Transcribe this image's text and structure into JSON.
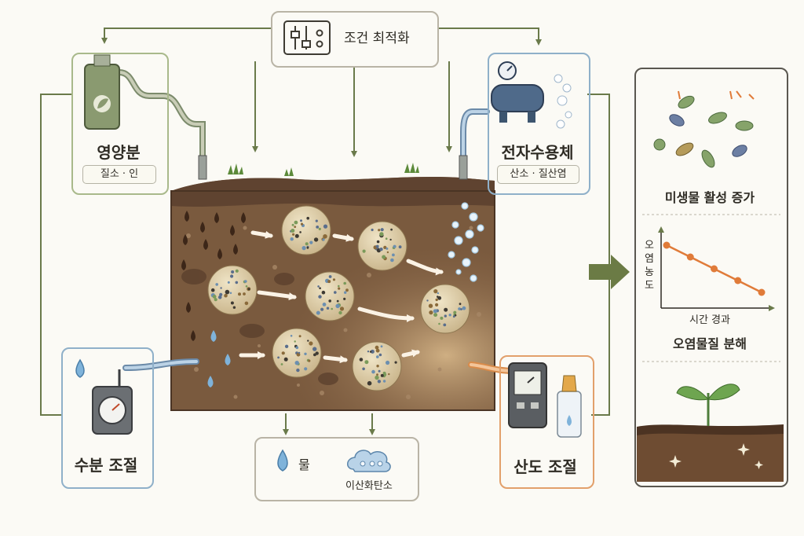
{
  "top": {
    "label": "조건 최적화",
    "icon": "sliders-icon"
  },
  "nutrient": {
    "label": "영양분",
    "sub": "질소 · 인",
    "icon": "nutrient-bottle-icon"
  },
  "electron": {
    "label": "전자수용체",
    "sub": "산소 · 질산염",
    "icon": "air-pump-icon"
  },
  "water": {
    "label": "수분 조절",
    "icon": "water-valve-icon"
  },
  "ph": {
    "label": "산도 조절",
    "icon": "ph-meter-icon"
  },
  "outputs": {
    "water": "물",
    "co2": "이산화탄소"
  },
  "results": {
    "microbe": "미생물 활성 증가",
    "degrade": "오염물질 분해",
    "chart_ylabel": [
      "오",
      "염",
      "농",
      "도"
    ],
    "chart_xlabel": "시간 경과",
    "trend_values": [
      5,
      4.2,
      3.4,
      2.6,
      1.8
    ]
  },
  "colors": {
    "soil": "#7a5a3e",
    "green_border": "#a9b98b",
    "blue_border": "#8fb0c9",
    "orange_border": "#e2a06b",
    "trend": "#e07b39",
    "arrow": "#6a7a4a"
  }
}
